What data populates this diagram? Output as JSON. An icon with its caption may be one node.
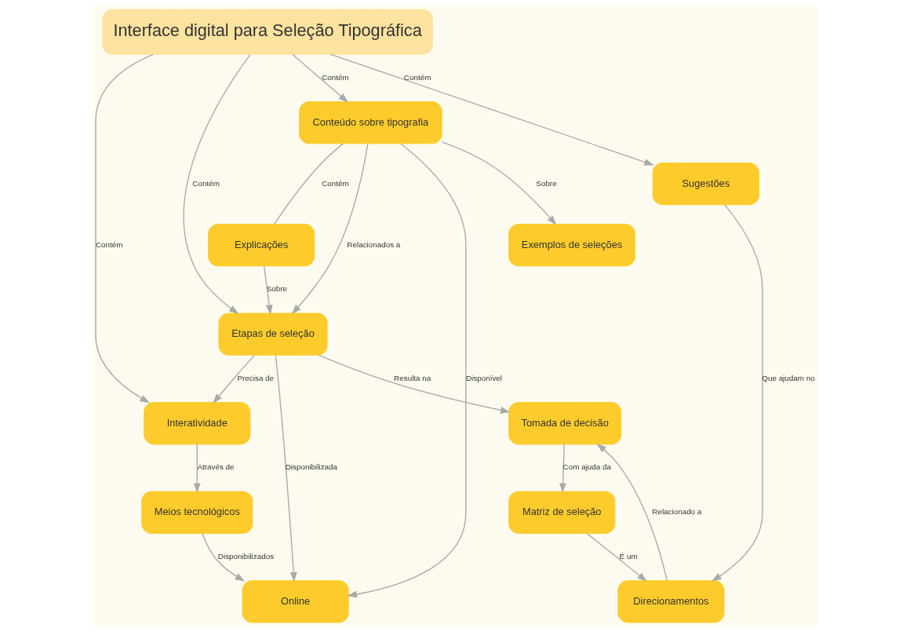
{
  "diagram": {
    "nodes": [
      {
        "text": [
          "Interface digital para Seleção Tipográfica"
        ]
      },
      {
        "text": [
          "Interatividade"
        ]
      },
      {
        "text": [
          "Etapas de seleção"
        ]
      },
      {
        "text": [
          "Conteúdo sobre tipografia"
        ]
      },
      {
        "text": [
          "Sugestões"
        ]
      },
      {
        "text": [
          "Meios tecnológicos"
        ]
      },
      {
        "text": [
          "Tomada de decisão"
        ]
      },
      {
        "text": [
          "Direcionamentos"
        ]
      },
      {
        "text": [
          "Explicações"
        ]
      },
      {
        "text": [
          "Exemplos de seleções"
        ]
      },
      {
        "text": [
          "Online"
        ]
      },
      {
        "text": [
          "Matriz de seleção"
        ]
      }
    ],
    "edges": [
      {
        "from": 0,
        "to": 1,
        "arrow": "to",
        "label": "Contém"
      },
      {
        "from": 0,
        "to": 2,
        "arrow": "to",
        "label": "Contém"
      },
      {
        "from": 0,
        "to": 3,
        "arrow": "to",
        "label": "Contém"
      },
      {
        "from": 0,
        "to": 4,
        "arrow": "to",
        "label": "Contém"
      },
      {
        "from": 2,
        "to": 1,
        "arrow": "to",
        "label": "Precisa de"
      },
      {
        "from": 3,
        "to": 2,
        "arrow": "to",
        "label": "Relacionados a"
      },
      {
        "from": 1,
        "to": 5,
        "arrow": "to",
        "label": "Através de"
      },
      {
        "from": 2,
        "to": 6,
        "arrow": "to",
        "label": "Resulta na"
      },
      {
        "from": 2,
        "to": 10,
        "arrow": "to",
        "label": "Disponibilizada"
      },
      {
        "from": 8,
        "to": 2,
        "arrow": "to",
        "label": "Sobre"
      },
      {
        "from": 3,
        "to": 8,
        "arrow": "none",
        "label": "Contém"
      },
      {
        "from": 3,
        "to": 9,
        "arrow": "to",
        "label": "Sobre"
      },
      {
        "from": 4,
        "to": 7,
        "arrow": "to",
        "label": "Que ajudam no"
      },
      {
        "from": 7,
        "to": 6,
        "arrow": "to",
        "label": "Relacionado a"
      },
      {
        "from": 5,
        "to": 10,
        "arrow": "to",
        "label": "Disponibilizados"
      },
      {
        "from": 6,
        "to": 11,
        "arrow": "to",
        "label": "Com ajuda da"
      },
      {
        "from": 11,
        "to": 7,
        "arrow": "to",
        "label": "É um"
      },
      {
        "from": 3,
        "to": 10,
        "arrow": "to",
        "label": "Disponível"
      }
    ]
  }
}
